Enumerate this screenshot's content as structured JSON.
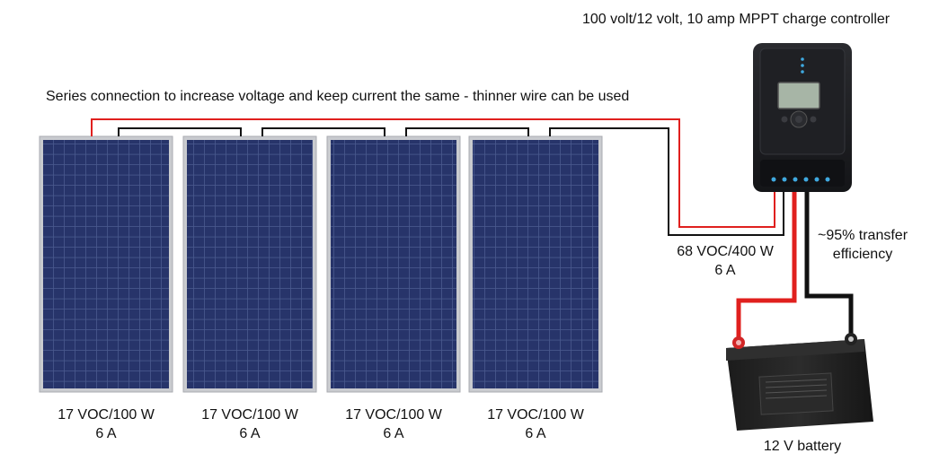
{
  "title_controller": "100 volt/12 volt, 10 amp  MPPT charge controller",
  "series_caption": "Series connection to increase voltage and keep current the same - thinner wire can be used",
  "panels": [
    {
      "rating": "17 VOC/100 W",
      "current": "6 A"
    },
    {
      "rating": "17 VOC/100 W",
      "current": "6 A"
    },
    {
      "rating": "17 VOC/100 W",
      "current": "6 A"
    },
    {
      "rating": "17 VOC/100 W",
      "current": "6 A"
    }
  ],
  "array_output": {
    "rating": "68 VOC/400 W",
    "current": "6 A"
  },
  "efficiency": {
    "line1": "~95% transfer",
    "line2": "efficiency"
  },
  "battery_label": "12 V battery",
  "colors": {
    "positive_wire": "#e0201e",
    "negative_wire": "#111111",
    "panel_cell": "#27346a",
    "panel_frame": "#c9cbcf",
    "controller_body": "#1c1d20",
    "lcd": "#a7b5a6",
    "indicator": "#3fa9e0"
  }
}
